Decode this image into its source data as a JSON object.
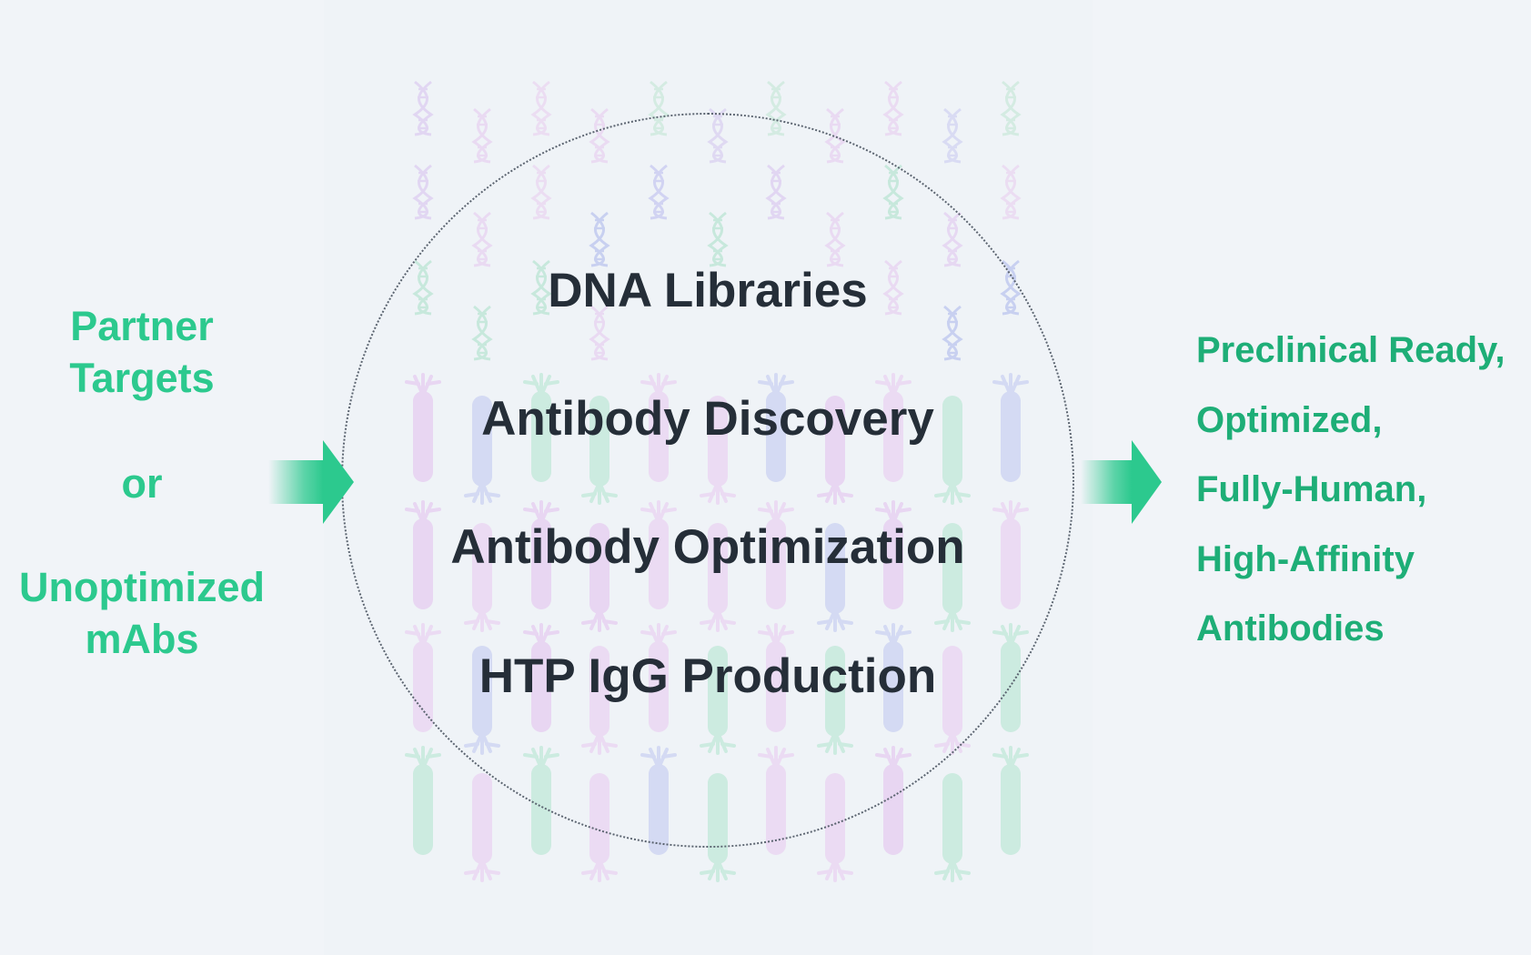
{
  "inputs": {
    "line1": "Partner",
    "line2": "Targets",
    "connector": "or",
    "line3": "Unoptimized",
    "line4": "mAbs"
  },
  "steps": [
    "DNA Libraries",
    "Antibody Discovery",
    "Antibody Optimization",
    "HTP IgG Production"
  ],
  "outputs": [
    "Preclinical Ready,",
    "Optimized,",
    "Fully-Human,",
    "High-Affinity",
    "Antibodies"
  ],
  "colors": {
    "accent": "#2cc98e",
    "output_text": "#1eae77",
    "step_text": "#252e38",
    "background": "#f1f4f8",
    "icon_green": "#86d9b6",
    "icon_purple": "#c7a6e8",
    "icon_blue": "#9aa6e6",
    "icon_pink": "#e3b8ea"
  },
  "icons": [
    "dna-helix-icon",
    "antibody-icon",
    "right-arrow-icon"
  ]
}
